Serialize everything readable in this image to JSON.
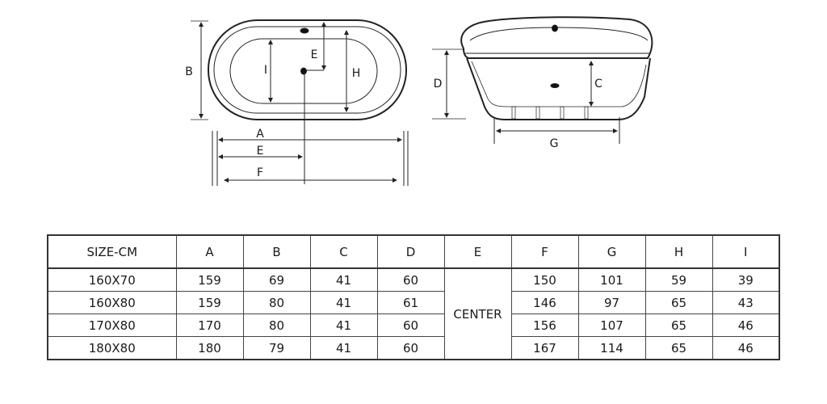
{
  "diagram": {
    "top_view_labels": {
      "A": "A",
      "B": "B",
      "E_vertical": "E",
      "E_horizontal": "E",
      "F": "F",
      "H": "H",
      "I": "I"
    },
    "side_view_labels": {
      "C": "C",
      "D": "D",
      "G": "G"
    }
  },
  "table": {
    "headers": [
      "SIZE-CM",
      "A",
      "B",
      "C",
      "D",
      "E",
      "F",
      "G",
      "H",
      "I"
    ],
    "e_value": "CENTER",
    "rows": [
      {
        "size": "160X70",
        "A": "159",
        "B": "69",
        "C": "41",
        "D": "60",
        "F": "150",
        "G": "101",
        "H": "59",
        "I": "39"
      },
      {
        "size": "160X80",
        "A": "159",
        "B": "80",
        "C": "41",
        "D": "61",
        "F": "146",
        "G": "97",
        "H": "65",
        "I": "43"
      },
      {
        "size": "170X80",
        "A": "170",
        "B": "80",
        "C": "41",
        "D": "60",
        "F": "156",
        "G": "107",
        "H": "65",
        "I": "46"
      },
      {
        "size": "180X80",
        "A": "180",
        "B": "79",
        "C": "41",
        "D": "60",
        "F": "167",
        "G": "114",
        "H": "65",
        "I": "46"
      }
    ]
  }
}
